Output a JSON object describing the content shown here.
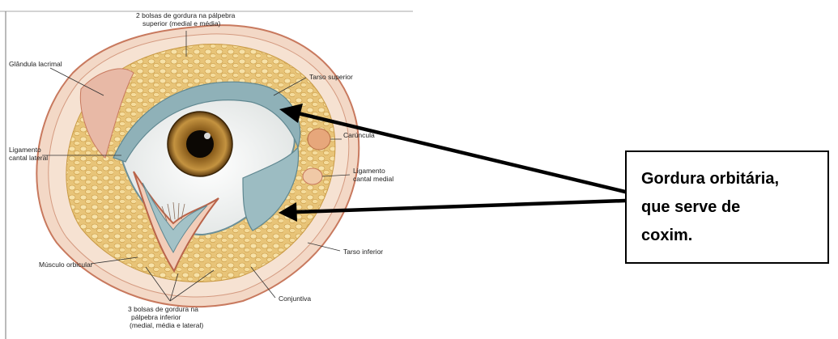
{
  "labels": {
    "upper_fat_pads": [
      "2 bolsas de gordura na pálpebra",
      "superior (medial e média)"
    ],
    "lacrimal_gland": "Glândula lacrimal",
    "upper_tarsus": "Tarso superior",
    "caruncle": "Carúncula",
    "lateral_ligament": [
      "Ligamento",
      "cantal lateral"
    ],
    "medial_ligament": [
      "Ligamento",
      "cantal medial"
    ],
    "lower_tarsus": "Tarso inferior",
    "orbicular_muscle": "Músculo orbicular",
    "conjunctiva": "Conjuntiva",
    "lower_fat_pads": [
      "3 bolsas de gordura na",
      "pálpebra inferior",
      "(medial, média e lateral)"
    ]
  },
  "callout": {
    "lines": [
      "Gordura orbitária,",
      "que serve de",
      "coxim."
    ]
  },
  "colors": {
    "fat": "#e9c77c",
    "skin_outline": "#c8795e",
    "conjunctiva": "#8fb1b8",
    "iris": "#a87a2a"
  }
}
